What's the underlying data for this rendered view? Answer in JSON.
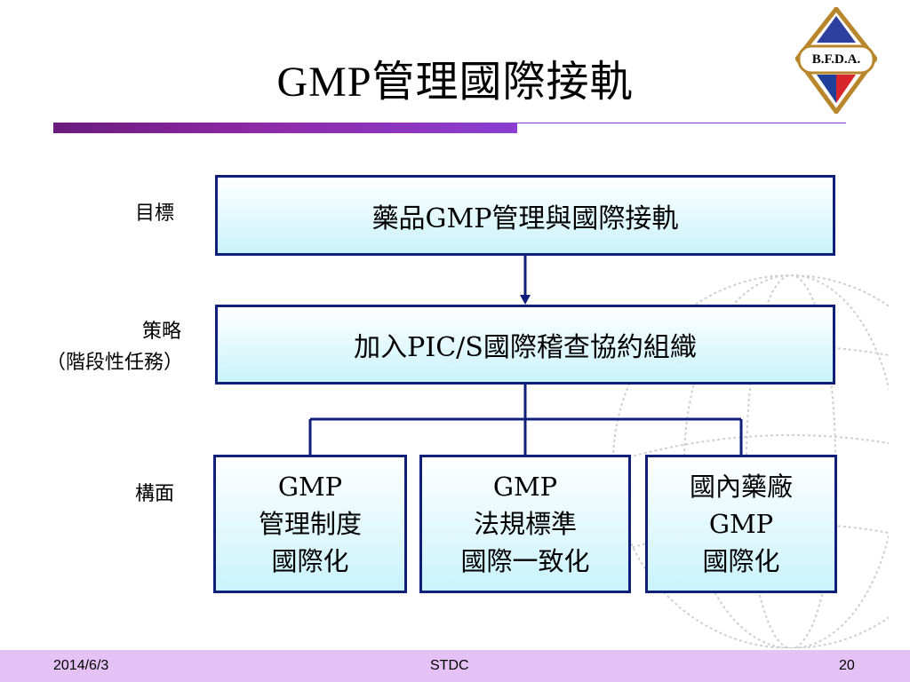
{
  "slide": {
    "title": "GMP管理國際接軌",
    "logo_text": "B.F.D.A."
  },
  "labels": {
    "goal": "目標",
    "strategy_line1": "策略",
    "strategy_line2": "（階段性任務）",
    "facets": "構面"
  },
  "boxes": {
    "goal": "藥品GMP管理與國際接軌",
    "strategy": "加入PIC/S國際稽查協約組織",
    "facets": [
      {
        "lines": [
          "GMP",
          "管理制度",
          "國際化"
        ]
      },
      {
        "lines": [
          "GMP",
          "法規標準",
          "國際一致化"
        ]
      },
      {
        "lines": [
          "國內藥廠",
          "GMP",
          "國際化"
        ]
      }
    ]
  },
  "footer": {
    "date": "2014/6/3",
    "center": "STDC",
    "page": "20"
  },
  "colors": {
    "box_border": "#0f1f7a",
    "box_fill_bottom": "#c9f3fb",
    "title_bar": "#8e2aa8",
    "footer_bg": "#e5c2f5"
  }
}
